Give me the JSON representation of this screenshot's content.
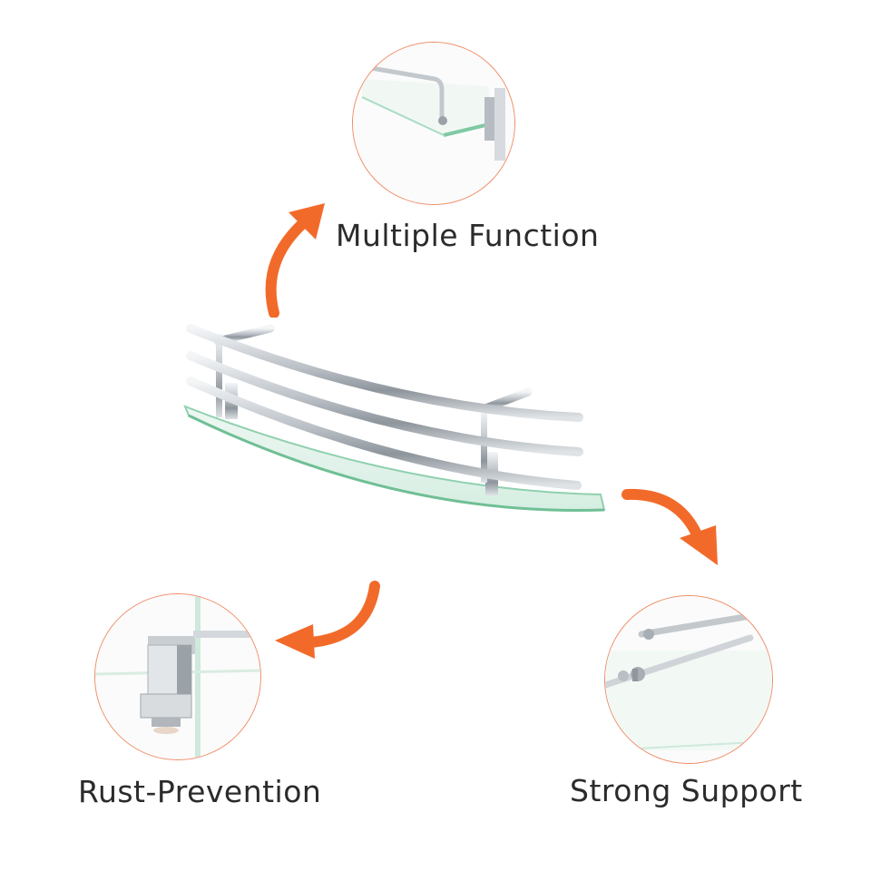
{
  "features": [
    {
      "id": "multiple-function",
      "label": "Multiple Function"
    },
    {
      "id": "rust-prevention",
      "label": "Rust-Prevention"
    },
    {
      "id": "strong-support",
      "label": "Strong Support"
    }
  ],
  "colors": {
    "accent": "#f26a2a",
    "circle_border": "#f08a63",
    "glass_edge": "#7fc9a4",
    "chrome": "#c9ced3",
    "text": "#2b2b2b"
  },
  "icons": [
    "arrow-up-right-icon",
    "arrow-down-right-icon",
    "arrow-left-icon"
  ]
}
